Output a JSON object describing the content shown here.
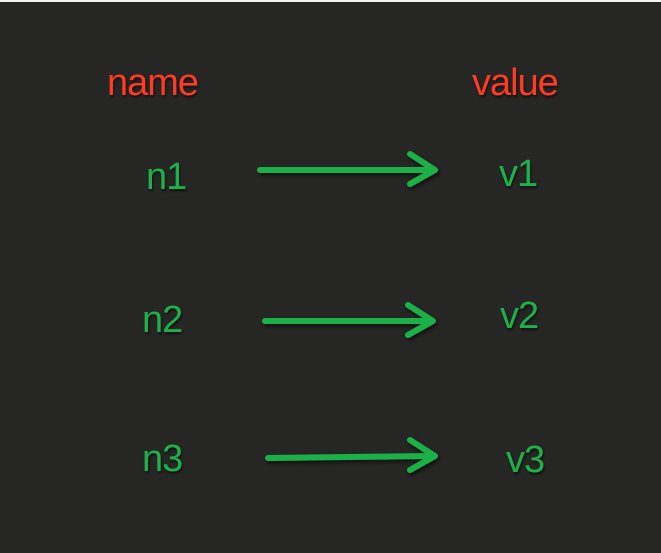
{
  "headers": {
    "left": "name",
    "right": "value"
  },
  "rows": [
    {
      "name": "n1",
      "value": "v1"
    },
    {
      "name": "n2",
      "value": "v2"
    },
    {
      "name": "n3",
      "value": "v3"
    }
  ],
  "colors": {
    "background": "#262624",
    "header": "#ff3b24",
    "label": "#1fb04a",
    "arrow": "#1fb04a"
  }
}
